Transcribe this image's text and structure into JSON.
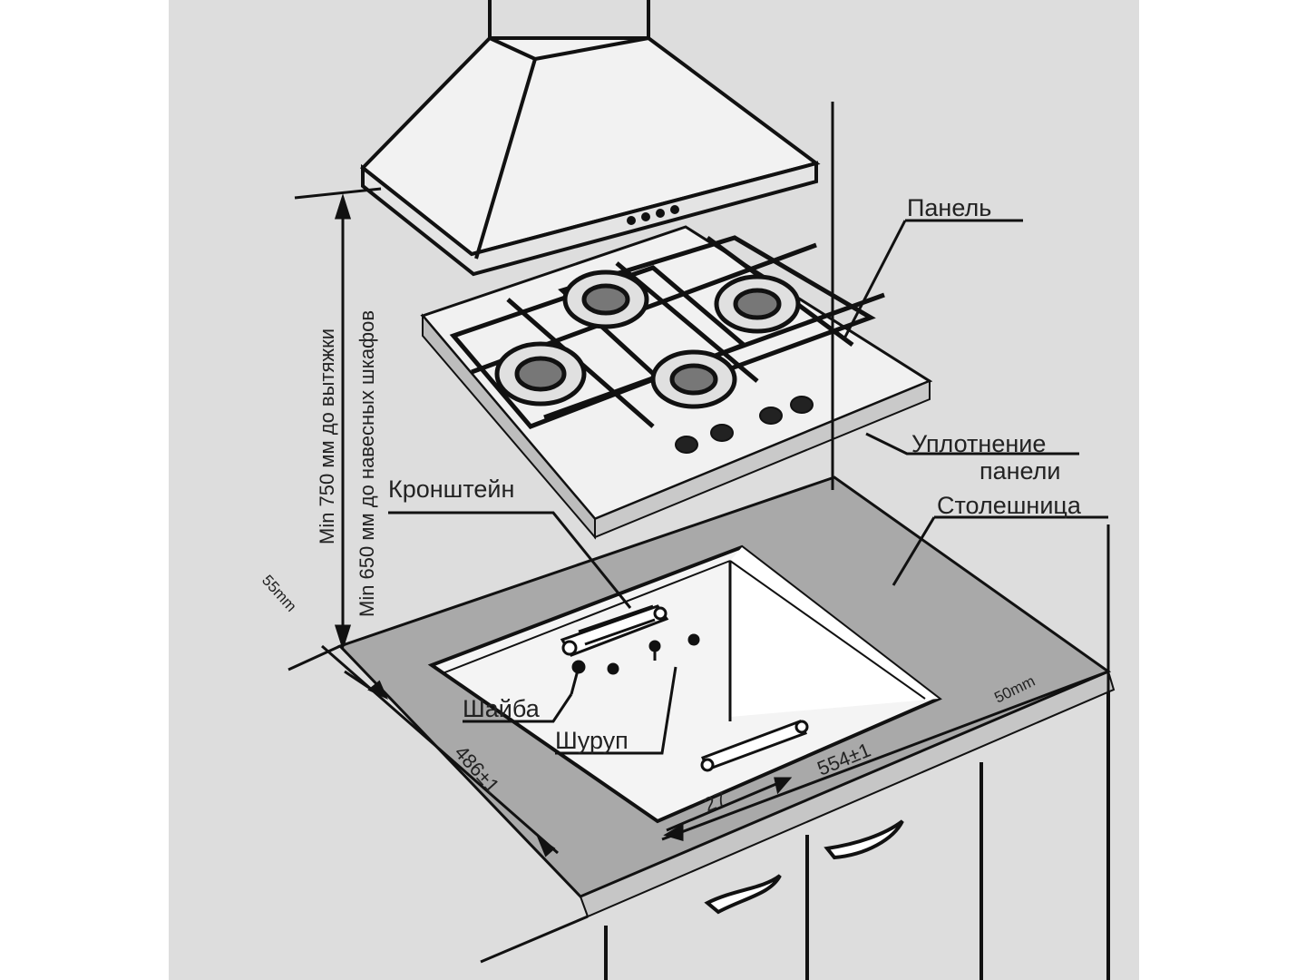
{
  "colors": {
    "background": "#ffffff",
    "panel_bg": "#dddddd",
    "countertop_top": "#a9a9a9",
    "countertop_edge": "#c6c6c6",
    "cutout": "#ffffff",
    "hob": "#e6e6e6",
    "line": "#111111"
  },
  "labels": {
    "panel": "Панель",
    "panel_seal_line1": "Уплотнение",
    "panel_seal_line2": "панели",
    "countertop": "Столешница",
    "bracket": "Кронштейн",
    "washer": "Шайба",
    "screw": "Шуруп"
  },
  "dimensions": {
    "hood_clearance": "Min 750 мм до вытяжки",
    "cabinet_clearance": "Min 650 мм до навесных шкафов",
    "edge_offset": "55mm",
    "back_offset": "50mm",
    "cutout_width": "554±1",
    "cutout_depth": "486±1",
    "front_offset": "27"
  },
  "icons": {
    "burner": "burner-icon",
    "knob": "knob-icon",
    "hood": "range-hood-icon"
  }
}
